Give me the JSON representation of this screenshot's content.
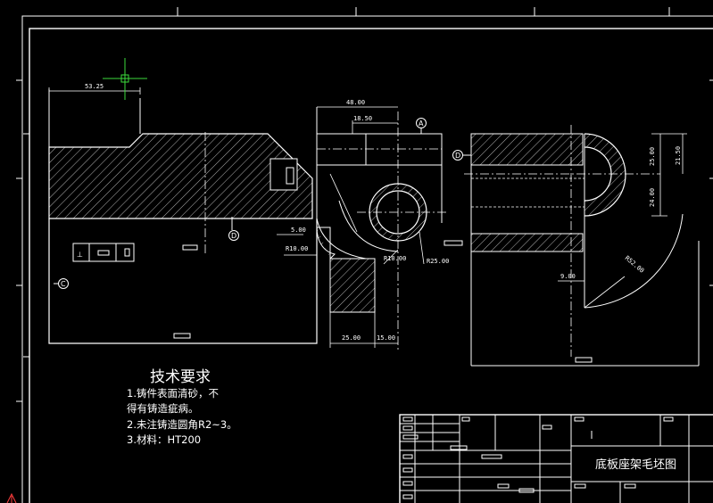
{
  "drawing": {
    "dimensions": {
      "d1": "53.25",
      "d2": "48.00",
      "d3": "18.50",
      "d4": "5.00",
      "d5": "R10.00",
      "d6": "R10.00",
      "d7": "R25.00",
      "d8": "25.00",
      "d9": "15.00",
      "d10": "25.00",
      "d11": "21.50",
      "d12": "24.00",
      "d13": "9.00",
      "d14": "R52.00"
    },
    "markers": {
      "a": "A",
      "d_top": "D",
      "d_left": "D",
      "c": "C"
    }
  },
  "technical_requirements": {
    "title": "技术要求",
    "line1": "1.铸件表面清砂，不",
    "line2": "得有铸造疵病。",
    "line3": "2.未注铸造圆角R2~3。",
    "line4": "3.材料：HT200"
  },
  "title_block": {
    "drawing_title": "底板座架毛坯图"
  },
  "colors": {
    "background": "#000000",
    "lines": "#ffffff",
    "cursor": "#3cdc3c",
    "ucs": "#ff3c3c"
  }
}
